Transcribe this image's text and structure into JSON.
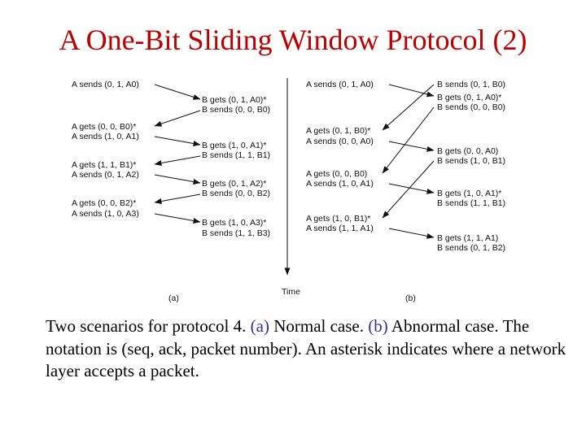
{
  "title": "A One-Bit Sliding Window Protocol (2)",
  "diagram_a": {
    "label": "(a)",
    "time_label": "Time",
    "left_texts": [
      "A sends (0, 1, A0)",
      "A gets (0, 0, B0)*",
      "A sends (1, 0, A1)",
      "A gets (1, 1, B1)*",
      "A sends (0, 1, A2)",
      "A gets (0, 0, B2)*",
      "A sends (1, 0, A3)"
    ],
    "right_texts": [
      "B gets (0, 1, A0)*",
      "B sends (0, 0, B0)",
      "B gets (1, 0, A1)*",
      "B sends (1, 1, B1)",
      "B gets (0, 1, A2)*",
      "B sends (0, 0, B2)",
      "B gets (1, 0, A3)*",
      "B sends (1, 1, B3)"
    ]
  },
  "diagram_b": {
    "label": "(b)",
    "left_texts": [
      "A sends (0, 1, A0)",
      "A gets (0, 1, B0)*",
      "A sends (0, 0, A0)",
      "A gets (0, 0, B0)",
      "A sends (1, 0, A1)",
      "A gets (1, 0, B1)*",
      "A sends (1, 1, A1)"
    ],
    "right_texts": [
      "B sends (0, 1, B0)",
      "B gets (0, 1, A0)*",
      "B sends (0, 0, B0)",
      "B gets (0, 0, A0)",
      "B sends (1, 0, B1)",
      "B gets (1, 0, A1)*",
      "B sends (1, 1, B1)",
      "B gets (1, 1, A1)",
      "B sends (0, 1, B2)"
    ]
  },
  "caption": {
    "prefix": "Two scenarios for protocol 4. ",
    "a": "(a)",
    "mid": " Normal case. ",
    "b": "(b)",
    "suffix": " Abnormal case. The notation is (seq, ack, packet number).  An asterisk indicates where a network layer accepts a packet."
  }
}
